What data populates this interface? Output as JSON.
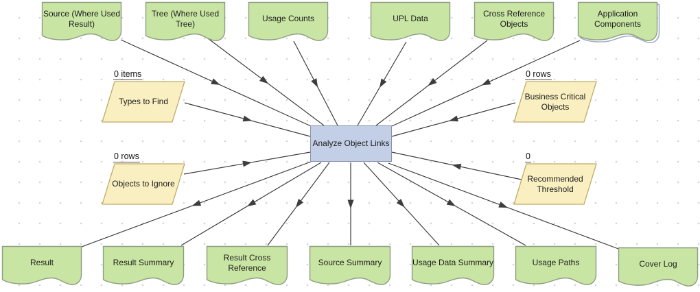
{
  "diagram": {
    "center": {
      "id": "analyze_object_links",
      "label": "Analyze Object Links"
    },
    "top_inputs": [
      {
        "id": "source_where_used_result",
        "label": "Source (Where Used Result)"
      },
      {
        "id": "tree_where_used_tree",
        "label": "Tree (Where Used Tree)"
      },
      {
        "id": "usage_counts",
        "label": "Usage Counts"
      },
      {
        "id": "upl_data",
        "label": "UPL Data"
      },
      {
        "id": "cross_reference_objects",
        "label": "Cross Reference Objects"
      },
      {
        "id": "application_components",
        "label": "Application Components"
      }
    ],
    "side_inputs": [
      {
        "id": "types_to_find",
        "label": "Types to Find",
        "annotation": "0 items"
      },
      {
        "id": "objects_to_ignore",
        "label": "Objects to Ignore",
        "annotation": "0 rows"
      },
      {
        "id": "business_critical_objects",
        "label": "Business Critical Objects",
        "annotation": "0 rows"
      },
      {
        "id": "recommended_threshold",
        "label": "Recommended Threshold",
        "annotation": "0"
      }
    ],
    "outputs": [
      {
        "id": "result",
        "label": "Result"
      },
      {
        "id": "result_summary",
        "label": "Result Summary"
      },
      {
        "id": "result_cross_reference",
        "label": "Result Cross Reference"
      },
      {
        "id": "source_summary",
        "label": "Source Summary"
      },
      {
        "id": "usage_data_summary",
        "label": "Usage Data Summary"
      },
      {
        "id": "usage_paths",
        "label": "Usage Paths"
      },
      {
        "id": "cover_log",
        "label": "Cover Log"
      }
    ],
    "colors": {
      "document_fill": "#c9e5a3",
      "document_stroke": "#8e9c82",
      "parallelogram_fill": "#f9efc1",
      "parallelogram_stroke": "#c0ab66",
      "process_fill": "#c3cfe7",
      "process_stroke": "#8792a8",
      "connector": "#3d3d3d",
      "grid_dot": "#d4d4d4",
      "background": "#ffffff"
    }
  }
}
